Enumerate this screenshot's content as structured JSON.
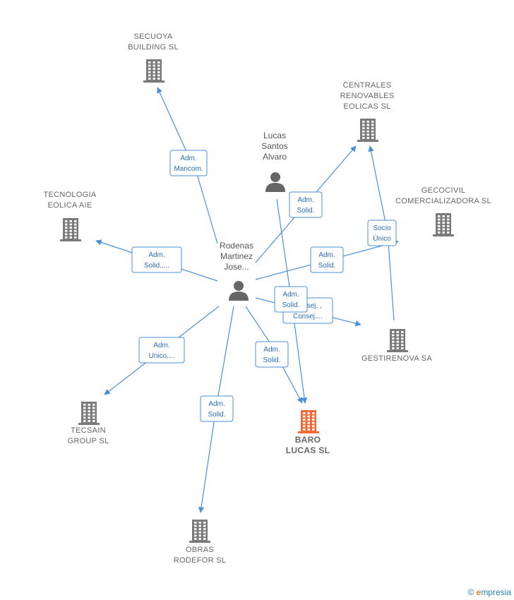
{
  "diagram": {
    "colors": {
      "edge": "#4a90d9",
      "company": "#7a7a7a",
      "focus_company": "#ef6b3a",
      "person": "#666666"
    },
    "people": [
      {
        "id": "rodenas",
        "lines": [
          "Rodenas",
          "Martinez",
          "Jose..."
        ]
      },
      {
        "id": "lucas",
        "lines": [
          "Lucas",
          "Santos",
          "Alvaro"
        ]
      }
    ],
    "companies": [
      {
        "id": "secuoya",
        "lines": [
          "SECUOYA",
          "BUILDING  SL"
        ]
      },
      {
        "id": "centrales",
        "lines": [
          "CENTRALES",
          "RENOVABLES",
          "EOLICAS SL"
        ]
      },
      {
        "id": "tecnologia",
        "lines": [
          "TECNOLOGIA",
          "EOLICA AIE"
        ]
      },
      {
        "id": "gecocivil",
        "lines": [
          "GECOCIVIL",
          "COMERCIALIZADORA SL"
        ]
      },
      {
        "id": "gestirenova",
        "lines": [
          "GESTIRENOVA SA"
        ]
      },
      {
        "id": "tecsain",
        "lines": [
          "TECSAIN",
          "GROUP  SL"
        ]
      },
      {
        "id": "baro",
        "lines": [
          "BARO",
          "LUCAS  SL"
        ],
        "focus": true
      },
      {
        "id": "obras",
        "lines": [
          "OBRAS",
          "RODEFOR  SL"
        ]
      }
    ],
    "edges": [
      {
        "id": "e-secuoya",
        "from": "rodenas",
        "to": "secuoya",
        "lines": [
          "Adm.",
          "Mancom."
        ]
      },
      {
        "id": "e-centrales",
        "from": "rodenas",
        "to": "centrales",
        "lines": [
          "Adm.",
          "Solid."
        ]
      },
      {
        "id": "e-tecnologia",
        "from": "rodenas",
        "to": "tecnologia",
        "lines": [
          "Adm.",
          "Solid.,..."
        ]
      },
      {
        "id": "e-gecocivil",
        "from": "rodenas",
        "to": "gecocivil",
        "lines": [
          "Adm.",
          "Solid."
        ]
      },
      {
        "id": "e-gestirenova",
        "from": "rodenas",
        "to": "gestirenova",
        "lines": [
          "Consej. ,",
          "Consej...."
        ]
      },
      {
        "id": "e-tecsain",
        "from": "rodenas",
        "to": "tecsain",
        "lines": [
          "Adm.",
          "Unico,..."
        ]
      },
      {
        "id": "e-baro-r",
        "from": "rodenas",
        "to": "baro",
        "lines": [
          "Adm.",
          "Solid."
        ]
      },
      {
        "id": "e-obras",
        "from": "rodenas",
        "to": "obras",
        "lines": [
          "Adm.",
          "Solid."
        ]
      },
      {
        "id": "e-baro-l",
        "from": "lucas",
        "to": "baro",
        "lines": [
          "Adm.",
          "Solid."
        ]
      },
      {
        "id": "e-socio",
        "from": "gestirenova",
        "to": "centrales",
        "lines": [
          "Socio",
          "Único"
        ]
      }
    ]
  },
  "footer": {
    "copyright": "©",
    "brand_initial": "e",
    "brand_rest": "mpresia"
  }
}
